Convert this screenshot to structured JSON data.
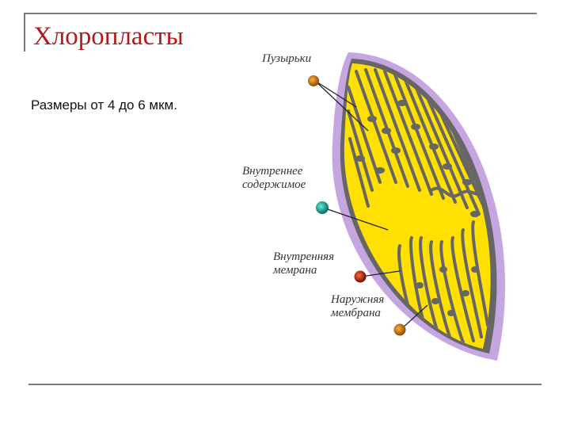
{
  "slide": {
    "title": "Хлоропласты",
    "body_text": "Размеры от 4 до 6 мкм.",
    "title_color": "#b11a1a"
  },
  "diagram": {
    "subject": "chloroplast",
    "colors": {
      "outer_membrane": "#c6a6e0",
      "inner_membrane": "#666666",
      "stroma": "#ffe000",
      "thylakoids": "#666666"
    },
    "labels": [
      {
        "id": "vesicles",
        "line1": "Пузырьки",
        "line2": "",
        "pin_color": "#e08a10"
      },
      {
        "id": "stroma",
        "line1": "Внутреннее",
        "line2": "содержимое",
        "pin_color": "#1fbfa8"
      },
      {
        "id": "inner-membrane",
        "line1": "Внутренняя",
        "line2": "мемрана",
        "pin_color": "#d03010"
      },
      {
        "id": "outer-membrane",
        "line1": "Наружняя",
        "line2": "мембрана",
        "pin_color": "#e08a10"
      }
    ]
  }
}
